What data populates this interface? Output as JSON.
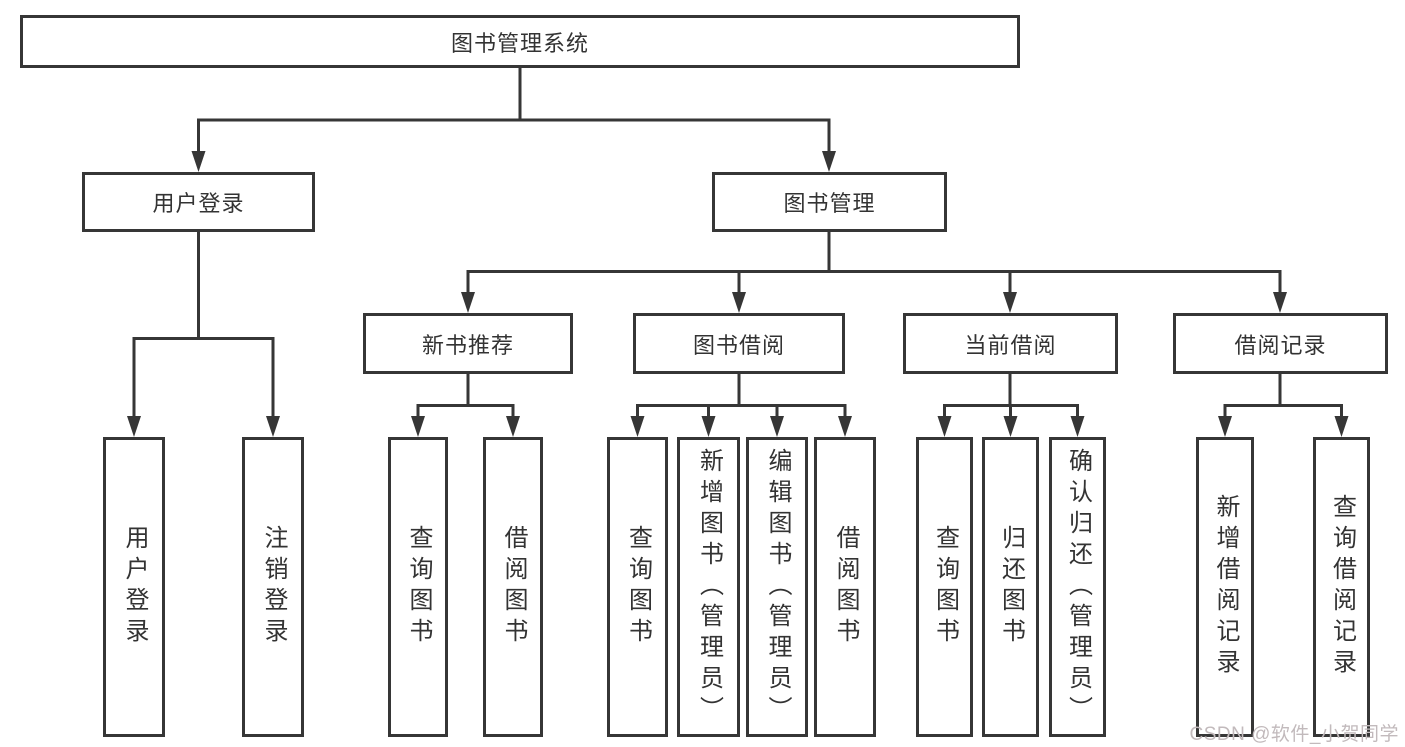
{
  "diagram": {
    "root": {
      "label": "图书管理系统"
    },
    "level2": [
      {
        "label": "用户登录"
      },
      {
        "label": "图书管理"
      }
    ],
    "level3": [
      {
        "label": "新书推荐"
      },
      {
        "label": "图书借阅"
      },
      {
        "label": "当前借阅"
      },
      {
        "label": "借阅记录"
      }
    ],
    "leaves": {
      "user_login": [
        {
          "label": "用户登录"
        },
        {
          "label": "注销登录"
        }
      ],
      "new_book": [
        {
          "label": "查询图书"
        },
        {
          "label": "借阅图书"
        }
      ],
      "book_borrow": [
        {
          "label": "查询图书"
        },
        {
          "label": "新增图书（管理员）"
        },
        {
          "label": "编辑图书（管理员）"
        },
        {
          "label": "借阅图书"
        }
      ],
      "current_borrow": [
        {
          "label": "查询图书"
        },
        {
          "label": "归还图书"
        },
        {
          "label": "确认归还（管理员）"
        }
      ],
      "borrow_record": [
        {
          "label": "新增借阅记录"
        },
        {
          "label": "查询借阅记录"
        }
      ]
    },
    "line_color": "#363636",
    "text_color": "#333333"
  },
  "watermark": {
    "text": "CSDN @软件_小贺同学",
    "color": "#c2babc"
  }
}
